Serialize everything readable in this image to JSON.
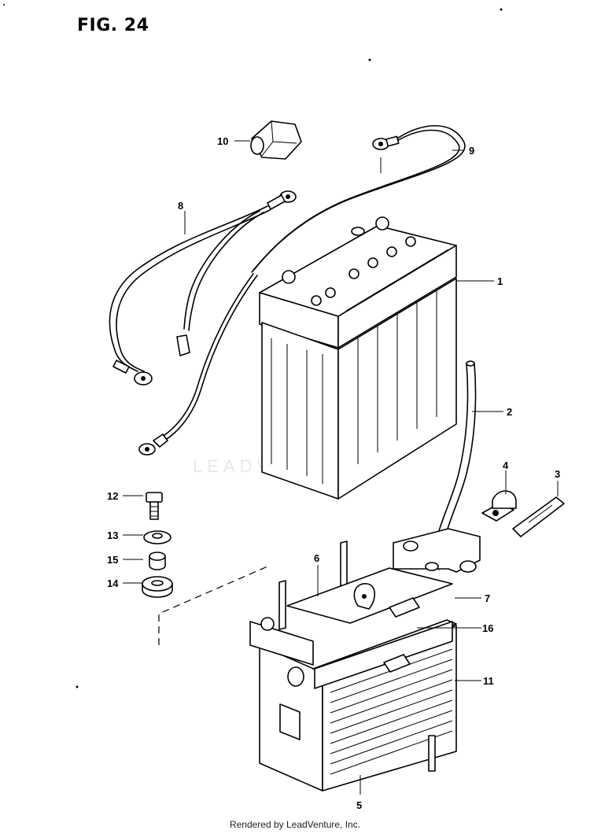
{
  "figure": {
    "title": "FIG. 24",
    "watermark": "LEADVENTURE",
    "footer": "Rendered by LeadVenture, Inc."
  },
  "callouts": [
    "1",
    "2",
    "3",
    "4",
    "5",
    "6",
    "7",
    "8",
    "9",
    "10",
    "11",
    "12",
    "13",
    "14",
    "15",
    "16"
  ]
}
